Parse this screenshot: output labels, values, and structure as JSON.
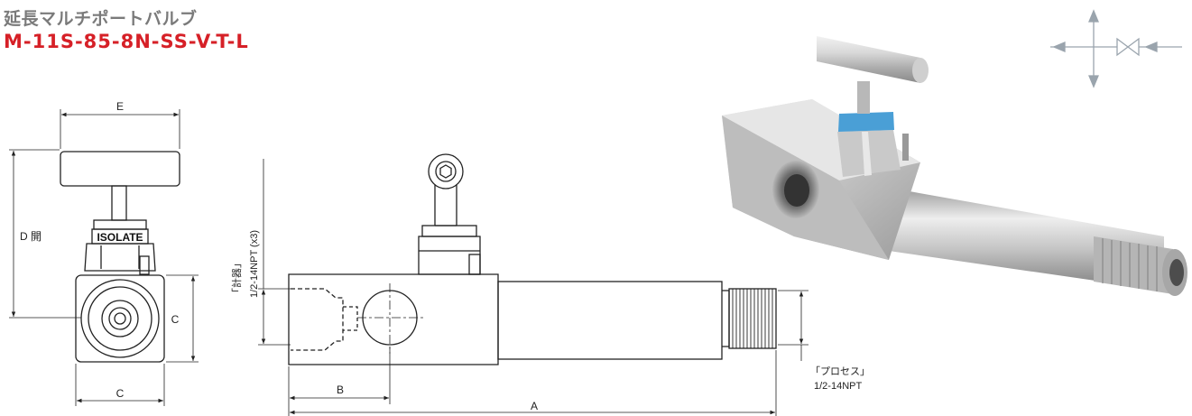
{
  "title": {
    "name_jp": "延長マルチポートバルブ",
    "model": "M-11S-85-8N-SS-V-T-L"
  },
  "front_view": {
    "dim_E": "E",
    "dim_D": "D 開",
    "dim_C_side": "C",
    "dim_C_bottom": "C",
    "handle_label": "ISOLATE"
  },
  "side_view": {
    "port_note_line1": "「計器」",
    "port_note_line2": "1/2-14NPT (x3)",
    "dim_B": "B",
    "dim_A": "A",
    "process_line1": "「プロセス」",
    "process_line2": "1/2-14NPT"
  },
  "photo": {
    "band_color": "#4a9fd6"
  },
  "symbol": {
    "stroke_color": "#9aa4ad"
  }
}
